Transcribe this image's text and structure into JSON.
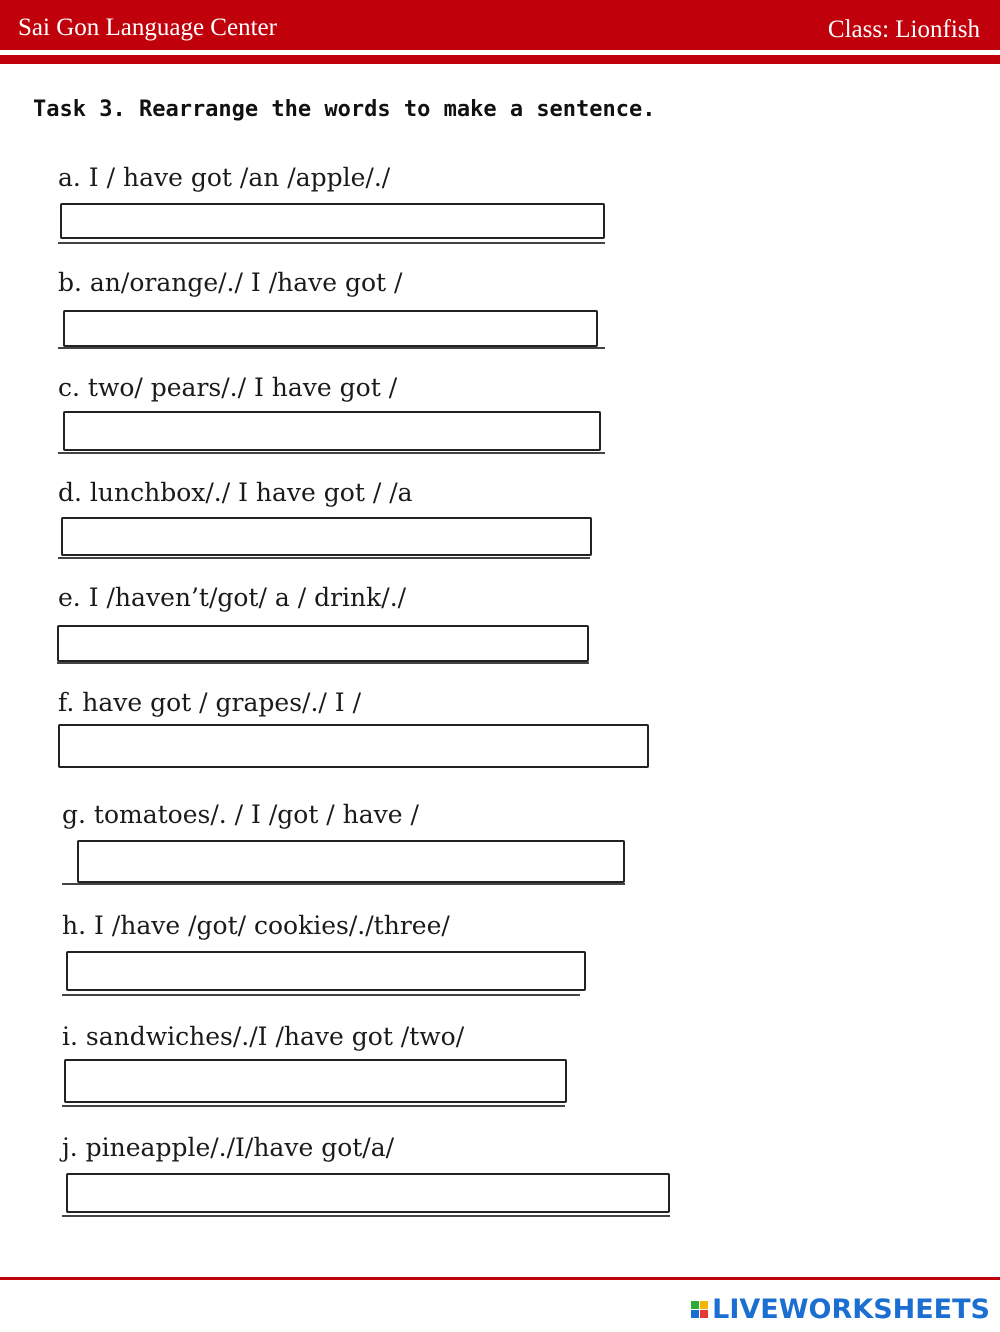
{
  "header": {
    "center_name": "Sai Gon Language Center",
    "class_label": "Class: Lionfish",
    "color": "#c0000a"
  },
  "task": {
    "title": "Task 3. Rearrange the words to make a sentence."
  },
  "items": [
    {
      "prompt": "a. I / have got /an /apple/./",
      "answer": ""
    },
    {
      "prompt": "b. an/orange/./ I /have got /",
      "answer": ""
    },
    {
      "prompt": "c. two/ pears/./ I have got /",
      "answer": ""
    },
    {
      "prompt": "d. lunchbox/./ I have got / /a",
      "answer": ""
    },
    {
      "prompt": "e. I /haven’t/got/ a / drink/./",
      "answer": ""
    },
    {
      "prompt": "f. have got / grapes/./ I /",
      "answer": ""
    },
    {
      "prompt": "g. tomatoes/. / I /got / have /",
      "answer": ""
    },
    {
      "prompt": "h. I /have /got/ cookies/./three/",
      "answer": ""
    },
    {
      "prompt": "i. sandwiches/./I /have got /two/",
      "answer": ""
    },
    {
      "prompt": "j. pineapple/./I/have got/a/",
      "answer": ""
    }
  ],
  "footer": {
    "logo_text": "LIVEWORKSHEETS",
    "logo_color": "#1a6fd0",
    "rule_color": "#c0000a"
  }
}
